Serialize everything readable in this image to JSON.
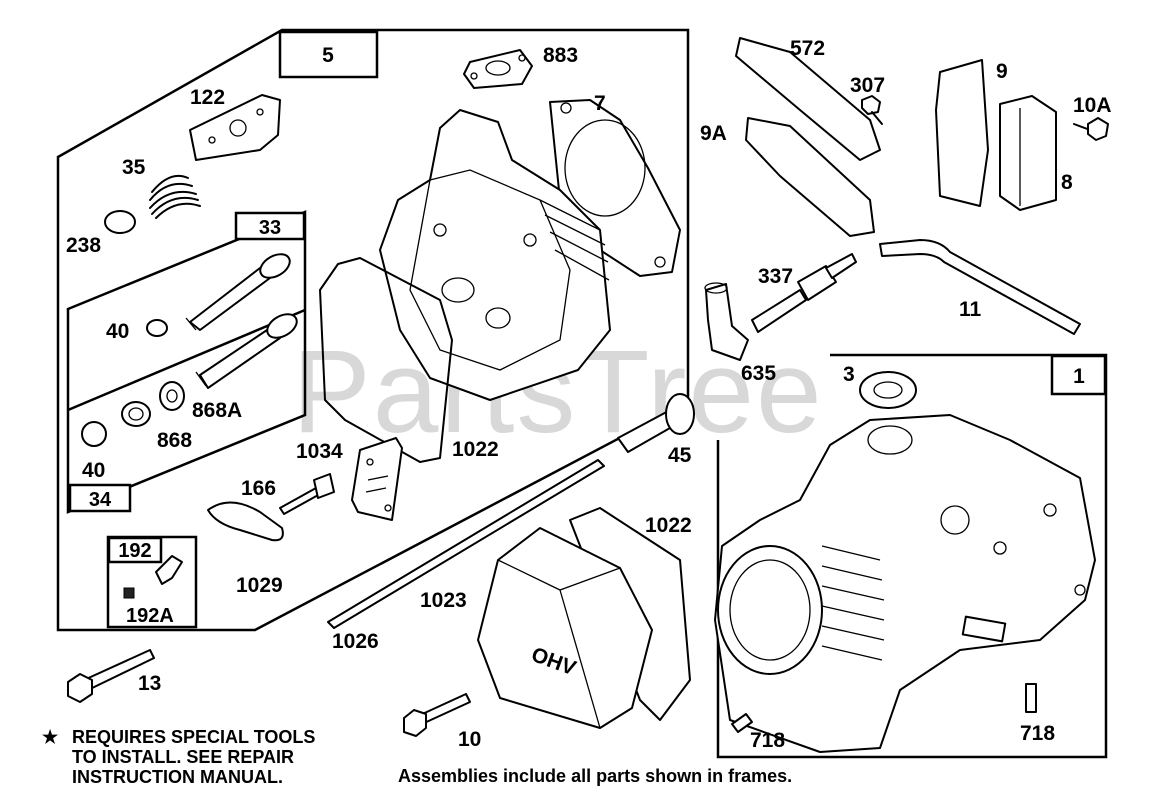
{
  "watermark": "PartsTree",
  "frames": {
    "head_assembly": "5",
    "valve_upper": "33",
    "valve_lower": "34",
    "fitting": "192",
    "cylinder": "1"
  },
  "part_labels": {
    "p883": "883",
    "p7": "7",
    "p122": "122",
    "p35": "35",
    "p238": "238",
    "p40a": "40",
    "p868a": "868A",
    "p868": "868",
    "p40b": "40",
    "p1034": "1034",
    "p1022a": "1022",
    "p166": "166",
    "p1029": "1029",
    "p192a": "192A",
    "p572": "572",
    "p307": "307",
    "p9a": "9A",
    "p9": "9",
    "p10a": "10A",
    "p8": "8",
    "p337": "337",
    "p11": "11",
    "p635": "635",
    "p3": "3",
    "p45": "45",
    "p1022b": "1022",
    "p1023": "1023",
    "p1026": "1026",
    "p13": "13",
    "p10": "10",
    "p718a": "718",
    "p718b": "718"
  },
  "cover_text": "OHV",
  "notes": {
    "star": "★",
    "special_tools_line1": "REQUIRES SPECIAL TOOLS",
    "special_tools_line2": "TO INSTALL.  SEE REPAIR",
    "special_tools_line3": "INSTRUCTION MANUAL.",
    "assemblies": "Assemblies include all parts shown in frames."
  }
}
